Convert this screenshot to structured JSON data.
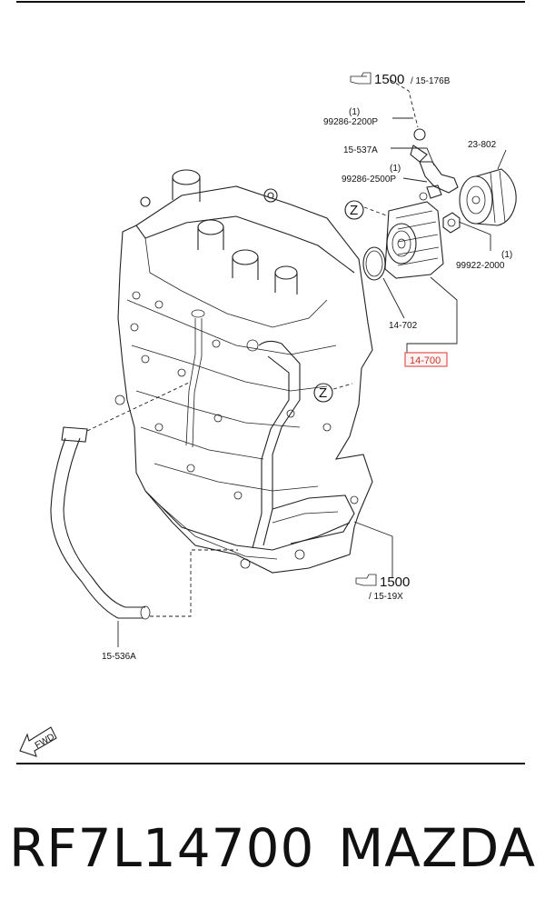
{
  "diagram": {
    "callouts": {
      "top_ref_num": "1500",
      "top_ref_suffix": "/ 15-176B",
      "p_99286_2200P_qty": "(1)",
      "p_99286_2200P": "99286-2200P",
      "p_15_537A": "15-537A",
      "p_23_802": "23-802",
      "p_99286_2500P_qty": "(1)",
      "p_99286_2500P": "99286-2500P",
      "z_marker_1": "Z",
      "p_99922_2000_qty": "(1)",
      "p_99922_2000": "99922-2000",
      "p_14_702": "14-702",
      "p_14_700": "14-700",
      "z_marker_2": "Z",
      "bottom_ref_num": "1500",
      "bottom_ref_suffix": "/ 15-19X",
      "p_15_536A": "15-536A",
      "fwd": "FWD"
    },
    "highlight_color": "#e05555"
  },
  "caption": {
    "part_number": "RF7L14700",
    "brand": "MAZDA"
  }
}
